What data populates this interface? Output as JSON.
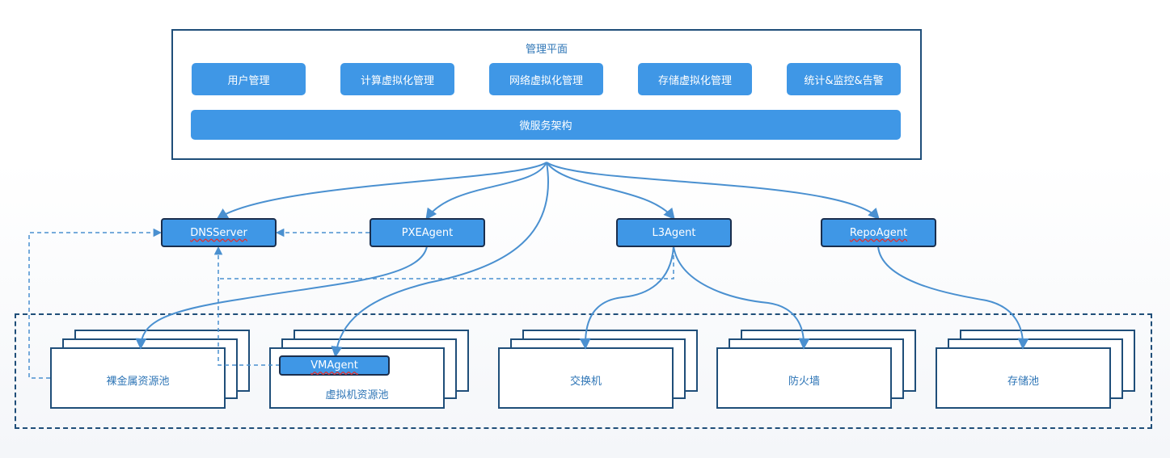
{
  "management": {
    "title": "管理平面",
    "modules": [
      "用户管理",
      "计算虚拟化管理",
      "网络虚拟化管理",
      "存储虚拟化管理",
      "统计&监控&告警"
    ],
    "microservice": "微服务架构"
  },
  "agents": {
    "dns": "DNSServer",
    "pxe": "PXEAgent",
    "l3": "L3Agent",
    "repo": "RepoAgent",
    "vm": "VMAgent"
  },
  "pools": {
    "baremetal": "裸金属资源池",
    "vm": "虚拟机资源池",
    "switch": "交换机",
    "firewall": "防火墙",
    "storage": "存储池"
  },
  "colors": {
    "pill": "#3f97e6",
    "border": "#1f4e79",
    "line": "#4a90d0",
    "text": "#2e75b6"
  }
}
